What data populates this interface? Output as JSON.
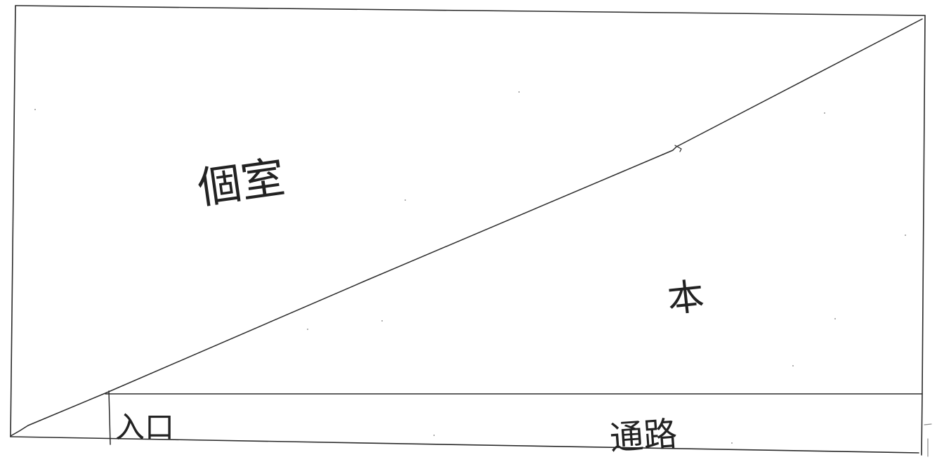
{
  "labels": {
    "upper_region": "個室",
    "lower_region": "本",
    "entrance": "入口",
    "passage": "通路"
  },
  "colors": {
    "paper": "#ffffff",
    "ink": "#2b2b2b"
  }
}
